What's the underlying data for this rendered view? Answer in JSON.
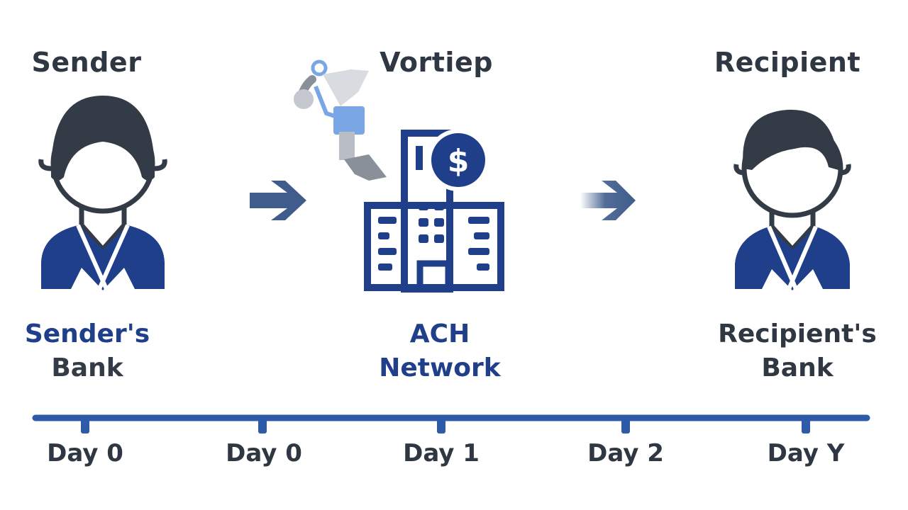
{
  "colors": {
    "navy": "#1f3f8a",
    "dark": "#333b47",
    "gray": "#8a9099",
    "light_blue": "#7aa6e6",
    "arrow": "#3f5c8c",
    "timeline": "#2f5aa8"
  },
  "headings": {
    "sender": "Sender",
    "middle": "Vortiep",
    "recipient": "Recipient"
  },
  "nodes": {
    "sender_bank": {
      "line1": "Sender's",
      "line2": "Bank"
    },
    "ach_network": {
      "line1": "ACH",
      "line2": "Network"
    },
    "recipient_bank": {
      "line1": "Recipient's",
      "line2": "Bank"
    }
  },
  "icons": {
    "sender": "person-icon",
    "network": "bank-building-icon",
    "dollar": "dollar-coin-icon",
    "robot_arm": "robot-arm-icon",
    "recipient": "person-icon",
    "arrow1": "arrow-right-icon",
    "arrow2": "arrow-right-icon"
  },
  "timeline": {
    "days": [
      "Day 0",
      "Day 0",
      "Day 1",
      "Day 2",
      "Day Y"
    ]
  }
}
